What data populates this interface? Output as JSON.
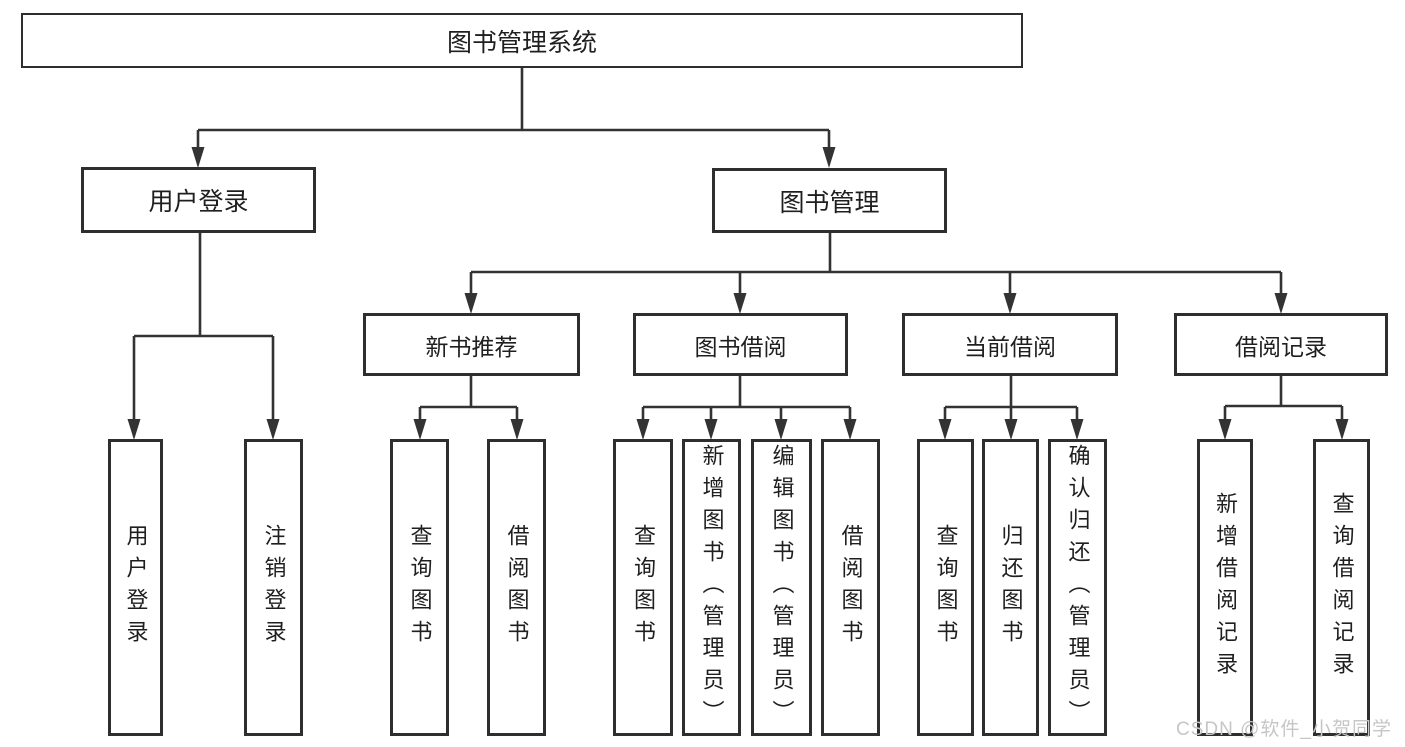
{
  "diagram": {
    "title": "图书管理系统",
    "tree": {
      "root": {
        "label": "图书管理系统",
        "children": [
          {
            "label": "用户登录",
            "children": [
              {
                "label": "用户登录"
              },
              {
                "label": "注销登录"
              }
            ]
          },
          {
            "label": "图书管理",
            "children": [
              {
                "label": "新书推荐",
                "children": [
                  {
                    "label": "查询图书"
                  },
                  {
                    "label": "借阅图书"
                  }
                ]
              },
              {
                "label": "图书借阅",
                "children": [
                  {
                    "label": "查询图书"
                  },
                  {
                    "label": "新增图书（管理员）"
                  },
                  {
                    "label": "编辑图书（管理员）"
                  },
                  {
                    "label": "借阅图书"
                  }
                ]
              },
              {
                "label": "当前借阅",
                "children": [
                  {
                    "label": "查询图书"
                  },
                  {
                    "label": "归还图书"
                  },
                  {
                    "label": "确认归还（管理员）"
                  }
                ]
              },
              {
                "label": "借阅记录",
                "children": [
                  {
                    "label": "新增借阅记录"
                  },
                  {
                    "label": "查询借阅记录"
                  }
                ]
              }
            ]
          }
        ]
      }
    }
  },
  "watermark": {
    "text": "CSDN @软件_小贺同学"
  },
  "colors": {
    "line": "#333333",
    "box_border": "#2e2e2e",
    "text": "#1f1f1f",
    "watermark": "#c6c6c6",
    "background": "#ffffff"
  }
}
